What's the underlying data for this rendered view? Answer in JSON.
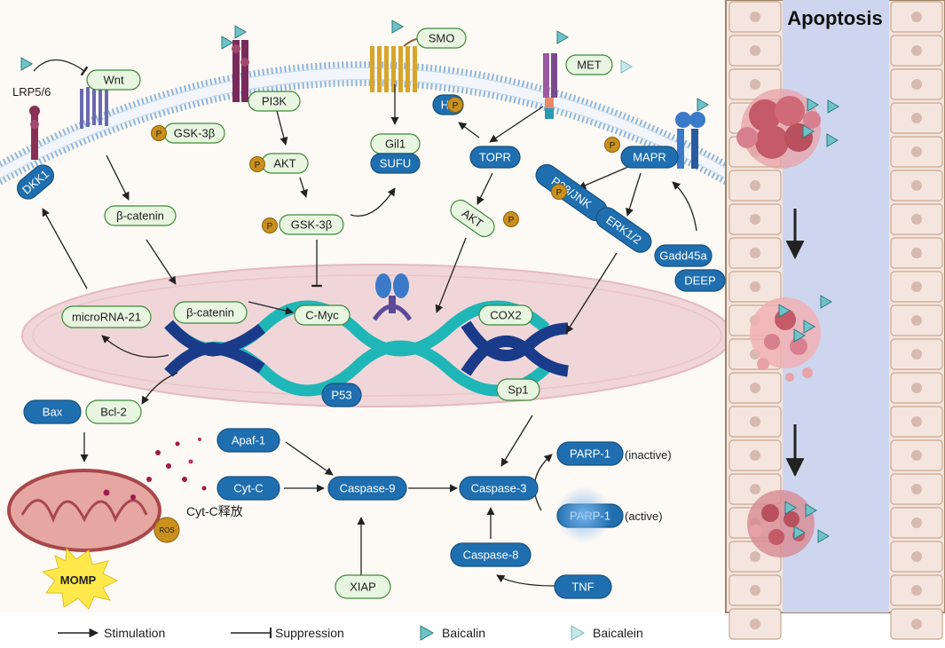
{
  "panel_title": "Apoptosis",
  "membrane": {
    "receptor_label": "LRP5/6",
    "proteins": [
      {
        "id": "wnt",
        "text": "Wnt",
        "style": "green"
      },
      {
        "id": "gsk3b-top",
        "text": "GSK-3β",
        "style": "green"
      },
      {
        "id": "pi3k",
        "text": "PI3K",
        "style": "green"
      },
      {
        "id": "smo",
        "text": "SMO",
        "style": "green"
      },
      {
        "id": "gil1",
        "text": "Gil1",
        "style": "green"
      },
      {
        "id": "sufu",
        "text": "SUFU",
        "style": "blue"
      },
      {
        "id": "met",
        "text": "MET",
        "style": "green"
      },
      {
        "id": "h3",
        "text": "H3",
        "style": "blue"
      },
      {
        "id": "topr",
        "text": "TOPR",
        "style": "blue"
      },
      {
        "id": "mapr",
        "text": "MAPR",
        "style": "blue"
      },
      {
        "id": "dkk1",
        "text": "DKK1",
        "style": "blue"
      },
      {
        "id": "akt-1",
        "text": "AKT",
        "style": "green"
      },
      {
        "id": "gsk3b-mid",
        "text": "GSK-3β",
        "style": "green"
      },
      {
        "id": "beta-catenin-1",
        "text": "β-catenin",
        "style": "green"
      },
      {
        "id": "p38jnk",
        "text": "P38/JNK",
        "style": "blue"
      },
      {
        "id": "erk12",
        "text": "ERK1/2",
        "style": "blue"
      },
      {
        "id": "akt-2",
        "text": "AKT",
        "style": "green"
      },
      {
        "id": "gadd45a",
        "text": "Gadd45a",
        "style": "blue"
      },
      {
        "id": "deep",
        "text": "DEEP",
        "style": "blue"
      }
    ],
    "phospho_label": "P"
  },
  "nucleus": {
    "labels": [
      {
        "id": "microrna21",
        "text": "microRNA-21",
        "style": "green"
      },
      {
        "id": "beta-catenin-2",
        "text": "β-catenin",
        "style": "green"
      },
      {
        "id": "cmyc",
        "text": "C-Myc",
        "style": "green"
      },
      {
        "id": "cox2",
        "text": "COX2",
        "style": "green"
      },
      {
        "id": "p53",
        "text": "P53",
        "style": "blue"
      }
    ]
  },
  "cytoplasm": {
    "labels": [
      {
        "id": "bax",
        "text": "Bax",
        "style": "blue"
      },
      {
        "id": "bcl2",
        "text": "Bcl-2",
        "style": "green"
      },
      {
        "id": "apaf1",
        "text": "Apaf-1",
        "style": "blue"
      },
      {
        "id": "cytc",
        "text": "Cyt-C",
        "style": "blue"
      },
      {
        "id": "caspase9",
        "text": "Caspase-9",
        "style": "blue"
      },
      {
        "id": "caspase3",
        "text": "Caspase-3",
        "style": "blue"
      },
      {
        "id": "sp1",
        "text": "Sp1",
        "style": "green"
      },
      {
        "id": "parp1-inactive",
        "text": "PARP-1",
        "style": "blue"
      },
      {
        "id": "parp1-active",
        "text": "PARP-1",
        "style": "blue"
      },
      {
        "id": "caspase8",
        "text": "Caspase-8",
        "style": "blue"
      },
      {
        "id": "tnf",
        "text": "TNF",
        "style": "blue"
      },
      {
        "id": "xiap",
        "text": "XIAP",
        "style": "green"
      }
    ],
    "inactive_note": "(inactive)",
    "active_note": "(active)",
    "cytc_release": "Cyt-C释放",
    "ros": "ROS",
    "momp": "MOMP"
  },
  "legend": {
    "stimulation": "Stimulation",
    "suppression": "Suppression",
    "baicalin": "Baicalin",
    "baicalein": "Baicalein"
  },
  "colors": {
    "green_fill": "#e8f5e1",
    "green_stroke": "#3e8a3a",
    "blue_fill": "#1f6fb0",
    "phospho": "#c9901e",
    "membrane_head": "#8fb5d9",
    "nucleus": "#f0d6d8",
    "dna_dark": "#1a3b8a",
    "dna_teal": "#1fb6b8",
    "panel_bg": "#cdd6ee",
    "baicalin": "#6fc3c8",
    "baicalein": "#c6e8ea",
    "mito": "#e6a7a2",
    "momp": "#ffe84a"
  }
}
